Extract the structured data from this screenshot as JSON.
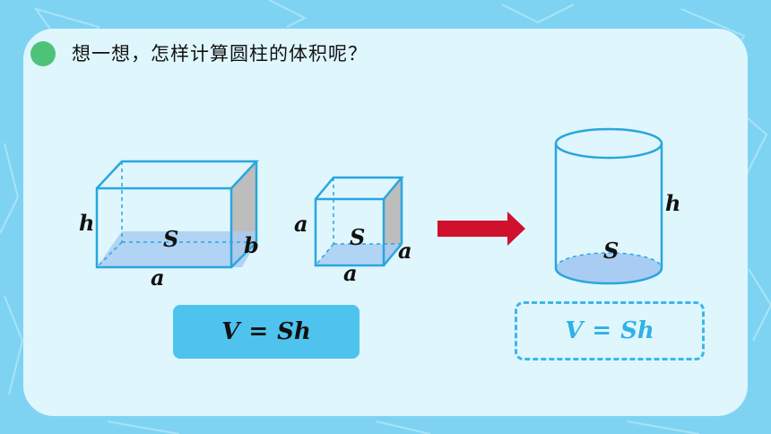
{
  "question": "想一想，怎样计算圆柱的体积呢？",
  "colors": {
    "background": "#7fd3f2",
    "panel": "#dff6fd",
    "bullet": "#4fc27a",
    "shape_stroke": "#29a6de",
    "base_fill": "#a9cdf2",
    "side_face": "#bdbdbd",
    "arrow": "#d0102c",
    "formula_box": "#4dc3ee",
    "formula_text_cylinder": "#2fb1e6"
  },
  "cuboid": {
    "h": "h",
    "S": "S",
    "b": "b",
    "a": "a"
  },
  "cube": {
    "a_left": "a",
    "S": "S",
    "a_right": "a",
    "a_bottom": "a"
  },
  "cylinder": {
    "h": "h",
    "S": "S"
  },
  "formula_prism": {
    "V": "V",
    "eq": "=",
    "Sh": "Sh"
  },
  "formula_cylinder": {
    "V": "V",
    "eq": "=",
    "Sh": "Sh"
  }
}
